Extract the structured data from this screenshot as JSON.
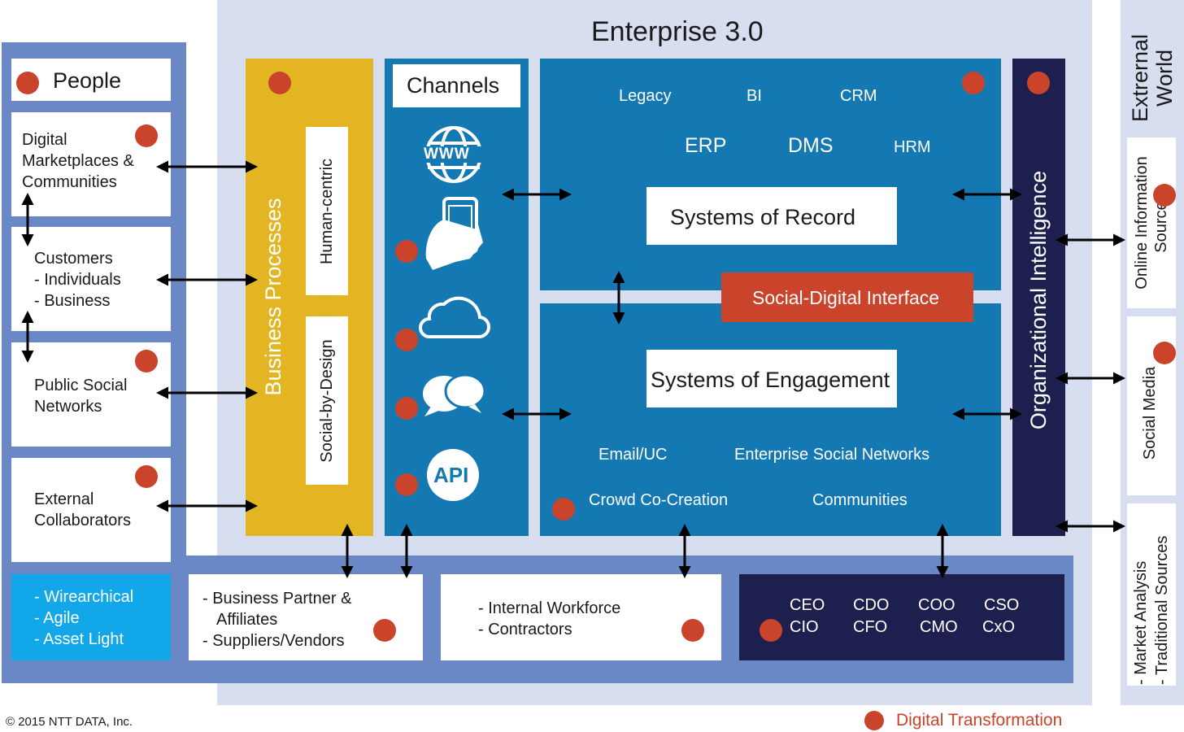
{
  "title": "Enterprise 3.0",
  "external_world": "Extrernal World",
  "people": {
    "header": "People",
    "items": [
      [
        "Digital",
        "Marketplaces &",
        "Communities"
      ],
      [
        "Customers",
        "- Individuals",
        "- Business"
      ],
      [
        "Public Social",
        "Networks"
      ],
      [
        "External",
        "Collaborators"
      ]
    ],
    "traits": [
      "- Wirearchical",
      "- Agile",
      "- Asset Light"
    ]
  },
  "business_processes": {
    "label": "Business Processes",
    "human_centric": "Human-centric",
    "social_by_design": "Social-by-Design"
  },
  "channels": {
    "header": "Channels",
    "icons": [
      "www-globe-icon",
      "smartphone-hand-icon",
      "cloud-icon",
      "chat-bubbles-icon",
      "api-icon"
    ],
    "api_label": "API",
    "www_label": "WWW"
  },
  "systems": {
    "record_tags": [
      "Legacy",
      "BI",
      "CRM",
      "ERP",
      "DMS",
      "HRM"
    ],
    "record": "Systems of Record",
    "interface": "Social-Digital Interface",
    "engagement": "Systems of Engagement",
    "engagement_tags": [
      "Email/UC",
      "Enterprise Social Networks",
      "Crowd Co-Creation",
      "Communities"
    ]
  },
  "org_intelligence": "Organizational Intelligence",
  "external_sources": [
    "Online Information Sources",
    "Social Media",
    "- Market Analysis",
    "- Traditional Sources"
  ],
  "bottom": {
    "partners": [
      "- Business Partner &",
      "Affiliates",
      "- Suppliers/Vendors"
    ],
    "workforce": [
      "- Internal Workforce",
      "- Contractors"
    ],
    "cxo": [
      "CEO",
      "CDO",
      "COO",
      "CSO",
      "CIO",
      "CFO",
      "CMO",
      "CxO"
    ]
  },
  "footer": {
    "copyright": "© 2015 NTT DATA, Inc.",
    "legend": "Digital Transformation"
  },
  "colors": {
    "enterprise_bg": "#d6def0",
    "people_frame": "#6b88c6",
    "gold": "#e3b523",
    "teal": "#1479b3",
    "navy": "#1d1f4f",
    "orange": "#c9442a",
    "cyan": "#12a7e9"
  }
}
